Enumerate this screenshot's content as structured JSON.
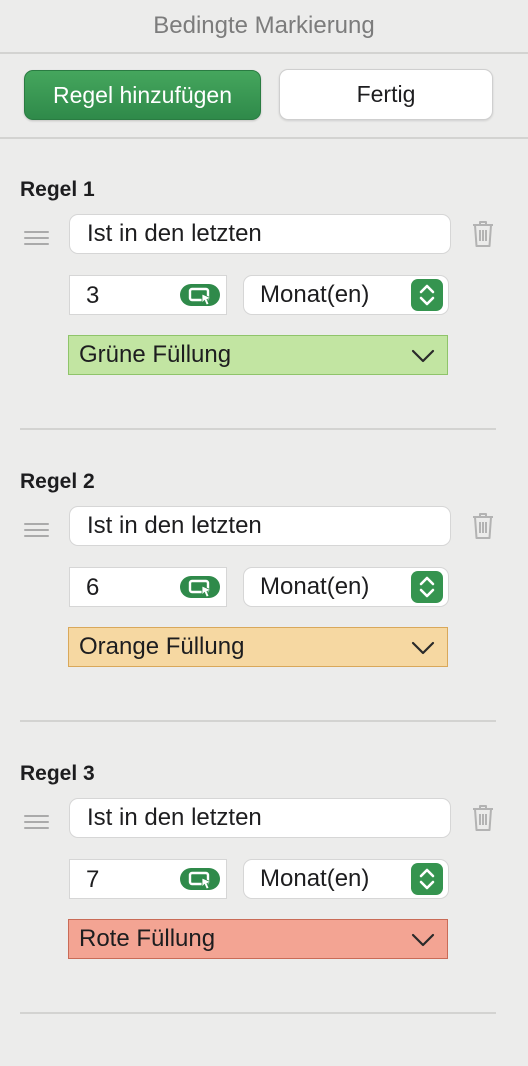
{
  "panel": {
    "title": "Bedingte Markierung"
  },
  "toolbar": {
    "add_label": "Regel hinzufügen",
    "done_label": "Fertig"
  },
  "rules": [
    {
      "title": "Regel 1",
      "condition": "Ist in den letzten",
      "number": "3",
      "unit": "Monat(en)",
      "fill_label": "Grüne Füllung",
      "fill_color": "#c2e5a2",
      "fill_border": "#8fc46a"
    },
    {
      "title": "Regel 2",
      "condition": "Ist in den letzten",
      "number": "6",
      "unit": "Monat(en)",
      "fill_label": "Orange Füllung",
      "fill_color": "#f6d8a2",
      "fill_border": "#d9a85a"
    },
    {
      "title": "Regel 3",
      "condition": "Ist in den letzten",
      "number": "7",
      "unit": "Monat(en)",
      "fill_label": "Rote Füllung",
      "fill_color": "#f3a493",
      "fill_border": "#c96b57"
    }
  ],
  "colors": {
    "accent": "#2f8a4a",
    "background": "#ececeb"
  }
}
